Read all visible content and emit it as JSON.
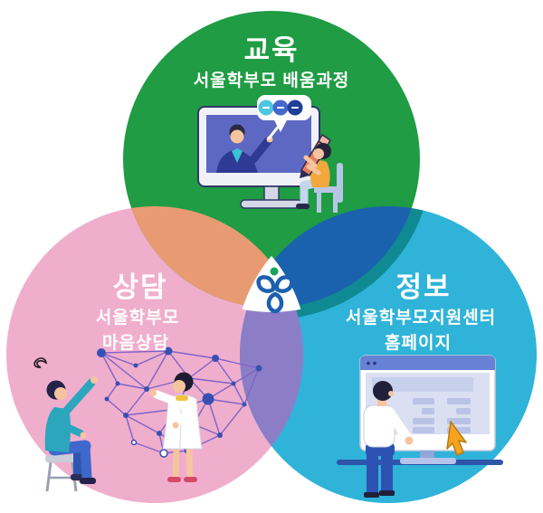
{
  "page": {
    "background": "#ffffff"
  },
  "venn": {
    "education": {
      "title": "교육",
      "subtitle": "서울학부모 배움과정",
      "circle_color": "#1f9c44"
    },
    "counseling": {
      "title": "상담",
      "subtitle_line1": "서울학부모",
      "subtitle_line2": "마음상담",
      "circle_color": "#f0aecd"
    },
    "information": {
      "title": "정보",
      "subtitle_line1": "서울학부모지원센터",
      "subtitle_line2": "홈페이지",
      "circle_color": "#2fb3d9"
    },
    "overlaps": {
      "education_counseling": "#e89b72",
      "education_information": "#1b62ae",
      "education_information_edge": "#108a92",
      "counseling_information": "#8b7ec6",
      "center": "#ffffff"
    },
    "center_logo": {
      "name": "parents-support-center-logo",
      "dot_color": "#18a45a",
      "petal_color": "#1c60ae"
    },
    "illustrations": {
      "education": "online-lecture-with-teacher-and-parent",
      "counseling": "mind-network-with-counselor-and-parent",
      "information": "website-browser-with-man-and-cursor"
    }
  }
}
